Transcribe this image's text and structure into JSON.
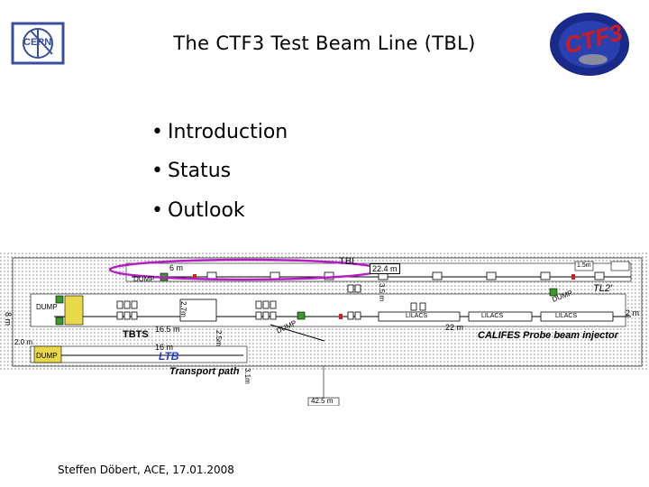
{
  "title": "The CTF3 Test Beam Line (TBL)",
  "bullets": [
    "Introduction",
    "Status",
    "Outlook"
  ],
  "footer": "Steffen Döbert, ACE, 17.01.2008",
  "logo_left": {
    "icon": "cern-logo-icon",
    "text": "CERN"
  },
  "logo_right": {
    "icon": "ctf3-logo-icon",
    "text": "CTF3"
  },
  "highlight_color": "#b81cc6",
  "diagram": {
    "tbl": "TBL",
    "len_22_4": "22.4 m",
    "len_6": "6 m",
    "dump1": "DUMP",
    "dump2": "DUMP",
    "dump3": "DUMP",
    "dump4": "DUMP",
    "dump5": "DUMP",
    "len_8": "8 m",
    "len_2_0": "2.0 m",
    "tbts": "TBTS",
    "len_16_5": "16.5 m",
    "len_16": "16 m",
    "ltb": "LTB",
    "transport": "Transport path",
    "len_3_1": "3.1m",
    "len_2_5": "2.5m",
    "len_3_5": "3.5 m",
    "len_1_5": "1.5m",
    "len_2_7": "2.7m",
    "tl2": "TL2'",
    "len_2": "2 m",
    "len_22": "22 m",
    "califes": "CALIFES Probe beam injector",
    "len_42_5": "42.5 m",
    "lilac1": "LILACS",
    "lilac2": "LILACS",
    "lilac3": "LILACS"
  }
}
